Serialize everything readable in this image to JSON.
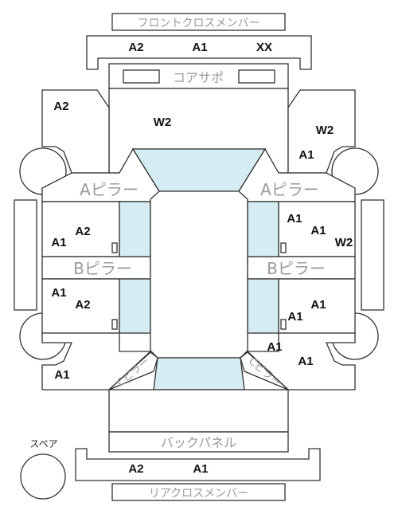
{
  "labels": {
    "front_cross_member": "フロントクロスメンバー",
    "core_support": "コアサポ",
    "a_pillar": "Aピラー",
    "b_pillar": "Bピラー",
    "c_pillar": "Cピラー",
    "back_panel": "バックパネル",
    "rear_cross_member": "リアクロスメンバー",
    "spare": "スペア"
  },
  "grades": {
    "front_cross_left": "A2",
    "front_cross_center": "A1",
    "front_cross_right": "XX",
    "front_left_fender": "A2",
    "bonnet": "W2",
    "front_right_fender_1": "W2",
    "front_right_fender_2": "A1",
    "front_left_door_1": "A2",
    "front_left_door_2": "A1",
    "front_right_door_1": "A1",
    "front_right_door_2": "A1",
    "front_right_door_3": "W2",
    "rear_left_door_1": "A1",
    "rear_left_door_2": "A2",
    "rear_right_door_1": "A1",
    "rear_right_door_2": "A1",
    "rear_left_quarter": "A1",
    "rear_right_quarter_1": "A1",
    "rear_right_quarter_2": "A1",
    "rear_cross_left": "A2",
    "rear_cross_center": "A1"
  }
}
